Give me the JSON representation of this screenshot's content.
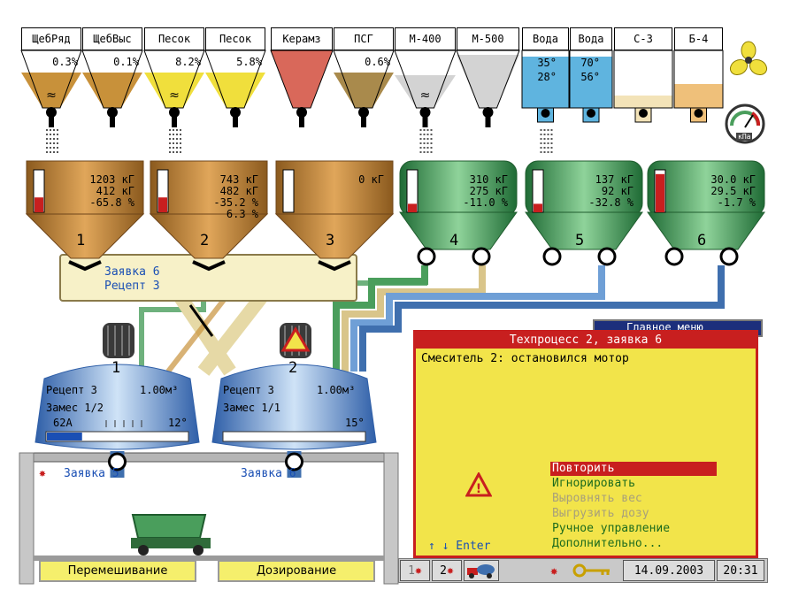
{
  "colors": {
    "wood": "#c8913a",
    "sand": "#f0df3c",
    "ceramic": "#d9685a",
    "psg": "#a98a4c",
    "cement": "#d3d3d3",
    "water": "#5fb4df",
    "green": "#4a9e5c",
    "alarm": "#c81f1f",
    "dialog_bg": "#f2e44a",
    "mixer": "#6f9fd6"
  },
  "bins": [
    {
      "label": "ЩебРяд",
      "pct": "0.3%"
    },
    {
      "label": "ЩебВыс",
      "pct": "0.1%"
    },
    {
      "label": "Песок",
      "pct": "8.2%"
    },
    {
      "label": "Песок",
      "pct": "5.8%"
    },
    {
      "label": "Керамз",
      "pct": ""
    },
    {
      "label": "ПСГ",
      "pct": "0.6%"
    },
    {
      "label": "М-400",
      "pct": ""
    },
    {
      "label": "М-500",
      "pct": ""
    },
    {
      "label": "Вода",
      "temp1": "35°",
      "temp2": "28°"
    },
    {
      "label": "Вода",
      "temp1": "70°",
      "temp2": "56°"
    },
    {
      "label": "С-3",
      "pct": ""
    },
    {
      "label": "Б-4",
      "pct": ""
    }
  ],
  "pressure_unit": "кПа",
  "scales": [
    {
      "num": "1",
      "lines": [
        "1203 кГ",
        "412 кГ",
        "-65.8 %"
      ],
      "fill": 0.35
    },
    {
      "num": "2",
      "lines": [
        "743 кГ",
        "482 кГ",
        "-35.2 %",
        "6.3 %"
      ],
      "fill": 0.35
    },
    {
      "num": "3",
      "lines": [
        "0 кГ"
      ],
      "fill": 0.0
    },
    {
      "num": "4",
      "lines": [
        "310 кГ",
        "275 кГ",
        "-11.0 %"
      ],
      "fill": 0.2
    },
    {
      "num": "5",
      "lines": [
        "137 кГ",
        "92 кГ",
        "-32.8 %"
      ],
      "fill": 0.2
    },
    {
      "num": "6",
      "lines": [
        "30.0 кГ",
        "29.5 кГ",
        "-1.7 %"
      ],
      "fill": 0.9
    }
  ],
  "collector": {
    "order": "Заявка 6",
    "recipe": "Рецепт 3"
  },
  "mixers": [
    {
      "num": "1",
      "recipe": "Рецепт 3",
      "volume": "1.00м³",
      "batch": "Замес 1/2",
      "current": "62А",
      "temp": "12°",
      "progress": 0.25
    },
    {
      "num": "2",
      "recipe": "Рецепт 3",
      "volume": "1.00м³",
      "batch": "Замес 1/1",
      "current": "",
      "temp": "15°",
      "progress": 0.0
    }
  ],
  "floor": {
    "order1": "Заявка 5",
    "order2": "Заявка 6"
  },
  "dialog": {
    "title": "Техпроцесс 2, заявка 6",
    "message": "Смеситель 2: остановился мотор",
    "options": [
      "Повторить",
      "Игнорировать",
      "Выровнять вес",
      "Выгрузить дозу",
      "Ручное управление",
      "Дополнительно..."
    ],
    "hint": "↑ ↓ Enter",
    "behind_title": "Главное меню"
  },
  "buttons": {
    "mix": "Перемешивание",
    "dose": "Дозирование"
  },
  "status": {
    "slot1": "1",
    "slot2": "2",
    "date": "14.09.2003",
    "time": "20:31"
  }
}
